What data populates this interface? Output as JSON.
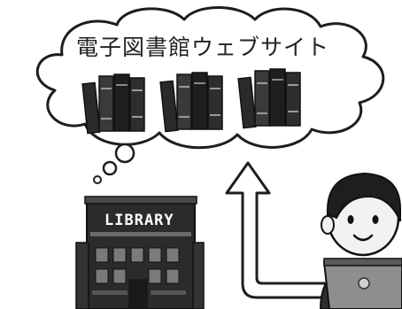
{
  "cloud": {
    "title": "電子図書館ウェブサイト",
    "bookshelf_count": 3
  },
  "library": {
    "sign": "LIBRARY"
  },
  "icons": [
    "cloud-icon",
    "book-icon",
    "library-building-icon",
    "up-arrow-icon",
    "person-with-laptop-icon"
  ],
  "colors": {
    "ink": "#1e1e1e",
    "paper": "#ffffff",
    "gray": "#7a7a7a",
    "light_gray": "#d9d9d9"
  }
}
